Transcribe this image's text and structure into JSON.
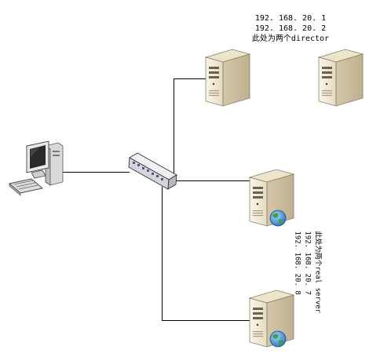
{
  "director_labels": {
    "ip_1": "192. 168. 20. 1",
    "ip_2": "192. 168. 20. 2",
    "note": "此处为两个director"
  },
  "realserver_labels": {
    "note": "此处为两个real server",
    "ip_1": "192. 168. 20. 7",
    "ip_2": "192. 168. 20. 8"
  },
  "colors": {
    "line": "#000000",
    "server_body": "#f2ead8",
    "server_shade": "#d8ccb2",
    "server_dark": "#8a8068",
    "globe_green": "#3aa43a",
    "globe_blue": "#2f6fc4",
    "switch_body": "#e6e6ea",
    "pc_body": "#e8e8e8",
    "pc_screen": "#2a2a2a"
  },
  "icons": [
    "client-computer-icon",
    "network-switch-icon",
    "director-server-icon",
    "director-server-icon",
    "web-server-icon",
    "web-server-icon"
  ]
}
